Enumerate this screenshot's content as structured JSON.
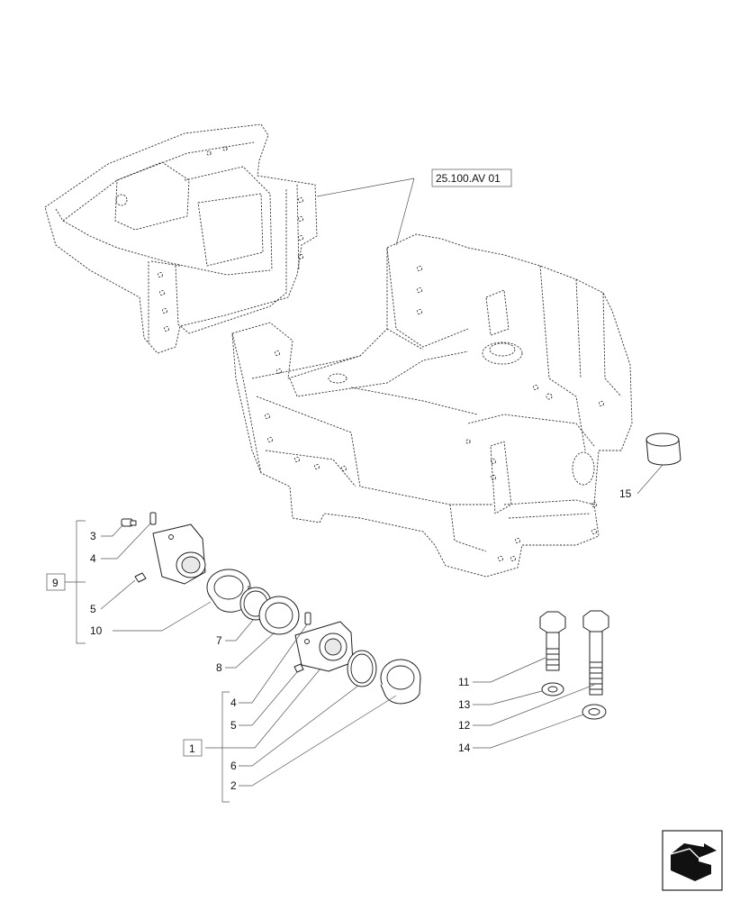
{
  "diagram": {
    "reference_label": "25.100.AV 01",
    "groups": [
      {
        "id": "group-9",
        "label": "9"
      },
      {
        "id": "group-1",
        "label": "1"
      }
    ],
    "callouts": {
      "c3": "3",
      "c4a": "4",
      "c5a": "5",
      "c10": "10",
      "c7": "7",
      "c8": "8",
      "c4b": "4",
      "c5b": "5",
      "c6": "6",
      "c2": "2",
      "c11": "11",
      "c13": "13",
      "c12": "12",
      "c14": "14",
      "c15": "15"
    }
  },
  "navigation": {
    "icon": "next-page-arrow-icon"
  }
}
